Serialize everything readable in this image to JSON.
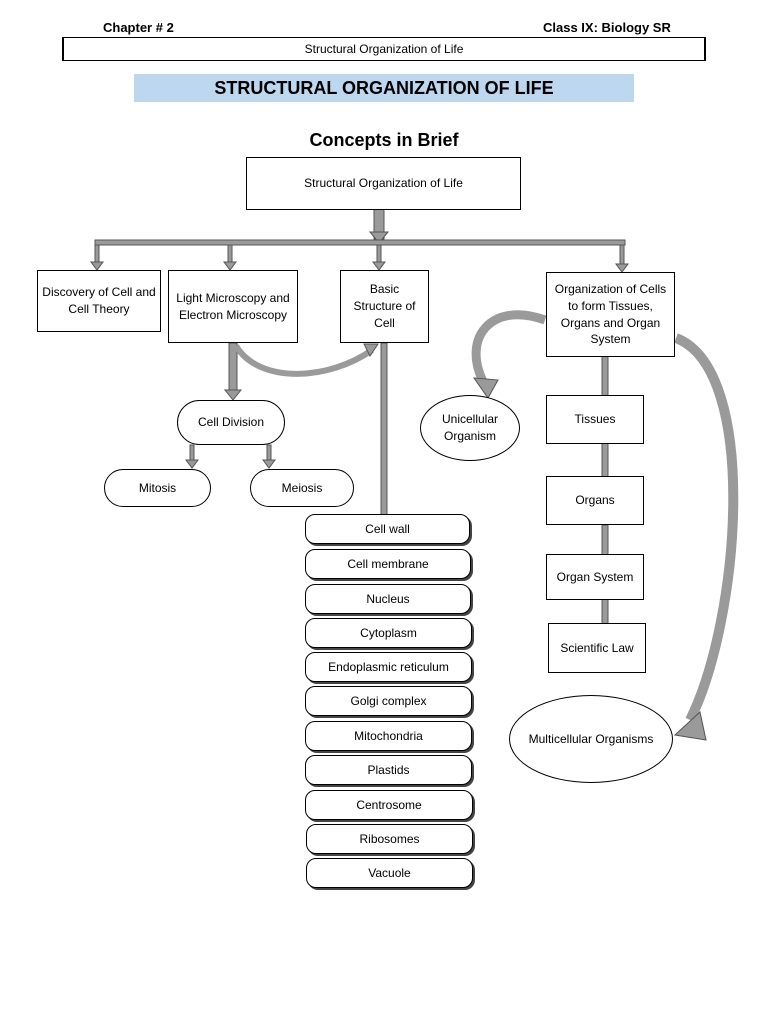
{
  "header": {
    "chapter": "Chapter # 2",
    "class_label": "Class IX: Biology SR",
    "subtitle": "Structural Organization of Life"
  },
  "banner_title": "STRUCTURAL ORGANIZATION OF LIFE",
  "section_title": "Concepts in Brief",
  "root": "Structural Organization of Life",
  "branches": {
    "discovery": "Discovery of Cell and Cell Theory",
    "microscopy": "Light Microscopy and Electron Microscopy",
    "basic_structure": "Basic Structure of Cell",
    "organization": "Organization of Cells to form Tissues, Organs and Organ System"
  },
  "cell_division": "Cell Division",
  "mitosis": "Mitosis",
  "meiosis": "Meiosis",
  "unicellular": "Unicellular Organism",
  "multicellular": "Multicellular Organisms",
  "hierarchy": [
    "Tissues",
    "Organs",
    "Organ System",
    "Scientific Law"
  ],
  "cell_parts": [
    "Cell wall",
    "Cell membrane",
    "Nucleus",
    "Cytoplasm",
    "Endoplasmic reticulum",
    "Golgi complex",
    "Mitochondria",
    "Plastids",
    "Centrosome",
    "Ribosomes",
    "Vacuole"
  ],
  "colors": {
    "banner": "#bdd7ee",
    "connector": "#9a9a9a"
  }
}
